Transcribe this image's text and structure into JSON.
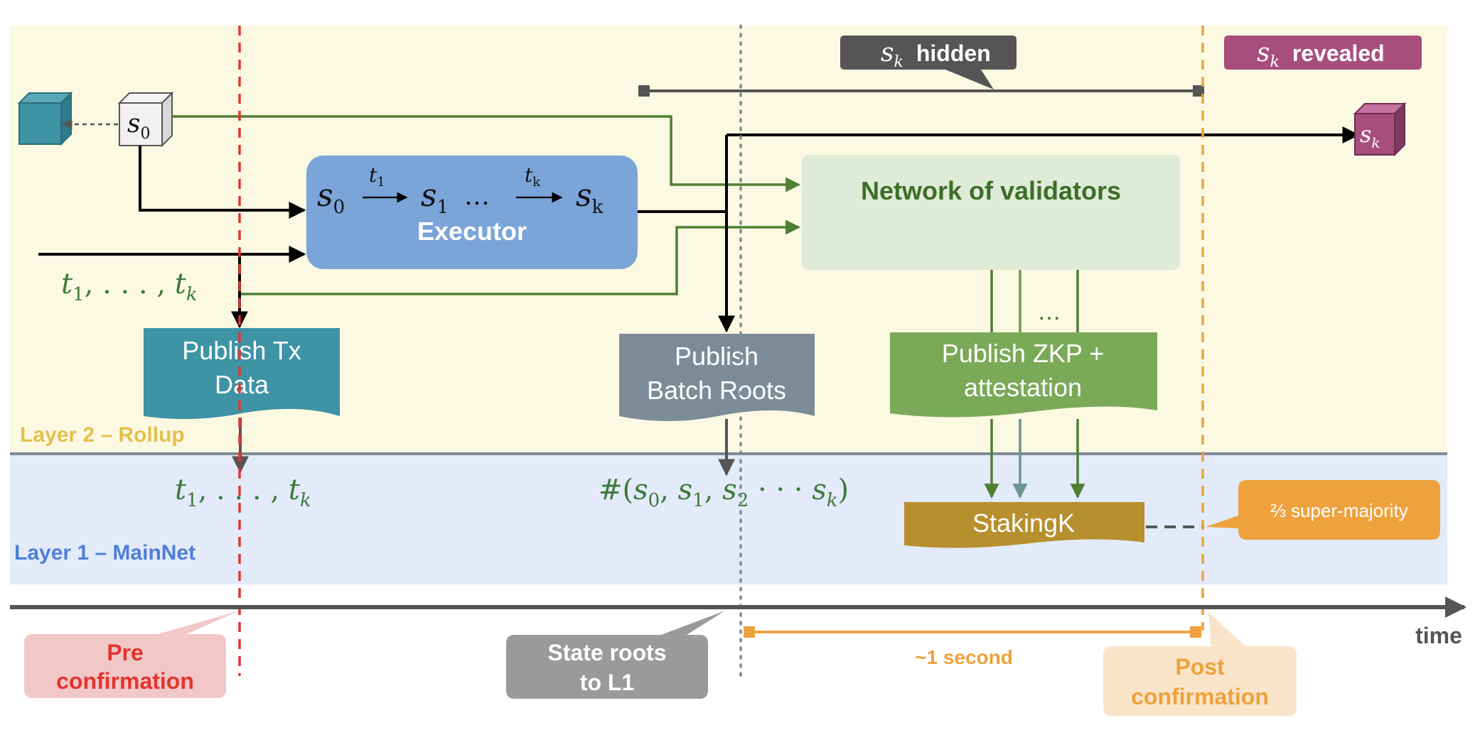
{
  "layers": {
    "layer2_label": "Layer 2 – Rollup",
    "layer1_label": "Layer 1 – MainNet"
  },
  "executor": {
    "s0": "s",
    "s0_sub": "0",
    "t1": "t",
    "t1_sub": "1",
    "s1": "s",
    "s1_sub": "1",
    "dots": "…",
    "tk": "t",
    "tk_sub": "k",
    "sk": "s",
    "sk_sub": "k",
    "label": "Executor"
  },
  "validators": {
    "label": "Network of validators",
    "dots": "…"
  },
  "inputs": {
    "tx_seq": {
      "t": "t",
      "sub1": "1",
      "mid": ", . . . , ",
      "sub2": "k",
      "prefix": ""
    }
  },
  "state_cubes": {
    "s0": {
      "base": "s",
      "sub": "0"
    },
    "sk": {
      "base": "s",
      "sub": "k"
    }
  },
  "docs": {
    "publish_tx": [
      "Publish Tx",
      "Data"
    ],
    "publish_roots": [
      "Publish",
      "Batch Roots"
    ],
    "publish_zkp": [
      "Publish ZKP +",
      "attestation"
    ],
    "staking": "StakingK"
  },
  "l1_values": {
    "tx_seq": {
      "t": "t",
      "sub1": "1",
      "mid": ", . . . , ",
      "sub2": "k"
    },
    "hash": {
      "prefix": "#(",
      "s": "s",
      "subs": [
        "0",
        "1",
        "2",
        "k"
      ],
      "close": ")"
    }
  },
  "callouts": {
    "sk_hidden": {
      "base": "s",
      "sub": "k",
      "text": "hidden"
    },
    "sk_revealed": {
      "base": "s",
      "sub": "k",
      "text": "revealed"
    },
    "super_majority": "⅔ super-majority",
    "pre_confirmation": [
      "Pre",
      "confirmation"
    ],
    "state_roots": [
      "State roots",
      "to L1"
    ],
    "post_confirmation": [
      "Post",
      "confirmation"
    ]
  },
  "timeline": {
    "time_label": "time",
    "interval_label": "~1 second"
  },
  "colors": {
    "layer2_bg": "#fcf9e2",
    "layer1_bg": "#e3ebfa",
    "executor": "#7ba5d9",
    "validators_bg": "#dfebd7",
    "validators_text": "#3d6e28",
    "green_arrow": "#4e7f33",
    "teal": "#3e93a5",
    "slate": "#7b8c98",
    "zkp_green": "#7aaa58",
    "staking_gold": "#b78f2c",
    "orange": "#eea23d",
    "red": "#e3352e",
    "hidden_dark": "#555555",
    "revealed_plum": "#a84e7d",
    "math_green": "#3d7a3a"
  }
}
